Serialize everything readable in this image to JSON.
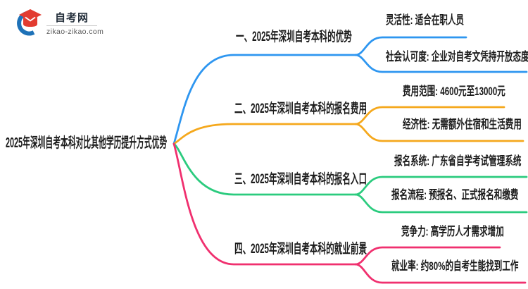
{
  "logo": {
    "site_name": "自考网",
    "site_url": "zikao-zikao.com",
    "icon": "graduation-cap-icon",
    "icon_colors": {
      "crescent_blue": "#1E72B8",
      "cap_red": "#E23B30"
    }
  },
  "title": "2025年深圳自考本科对比其他学历提升方式优势",
  "branches": [
    {
      "label": "一、2025年深圳自考本科的优势",
      "color": "#2E96F0",
      "children": [
        "灵活性: 适合在职人员",
        "社会认可度: 企业对自考文凭持开放态度"
      ]
    },
    {
      "label": "二、2025年深圳自考本科的报名费用",
      "color": "#F5A81C",
      "children": [
        "费用范围: 4600元至13000元",
        "经济性: 无需额外住宿和生活费用"
      ]
    },
    {
      "label": "三、2025年深圳自考本科的报名入口",
      "color": "#2BCB7E",
      "children": [
        "报名系统: 广东省自学考试管理系统",
        "报名流程: 预报名、正式报名和缴费"
      ]
    },
    {
      "label": "四、2025年深圳自考本科的就业前景",
      "color": "#F0306F",
      "children": [
        "竞争力: 高学历人才需求增加",
        "就业率: 约80%的自考生能找到工作"
      ]
    }
  ]
}
